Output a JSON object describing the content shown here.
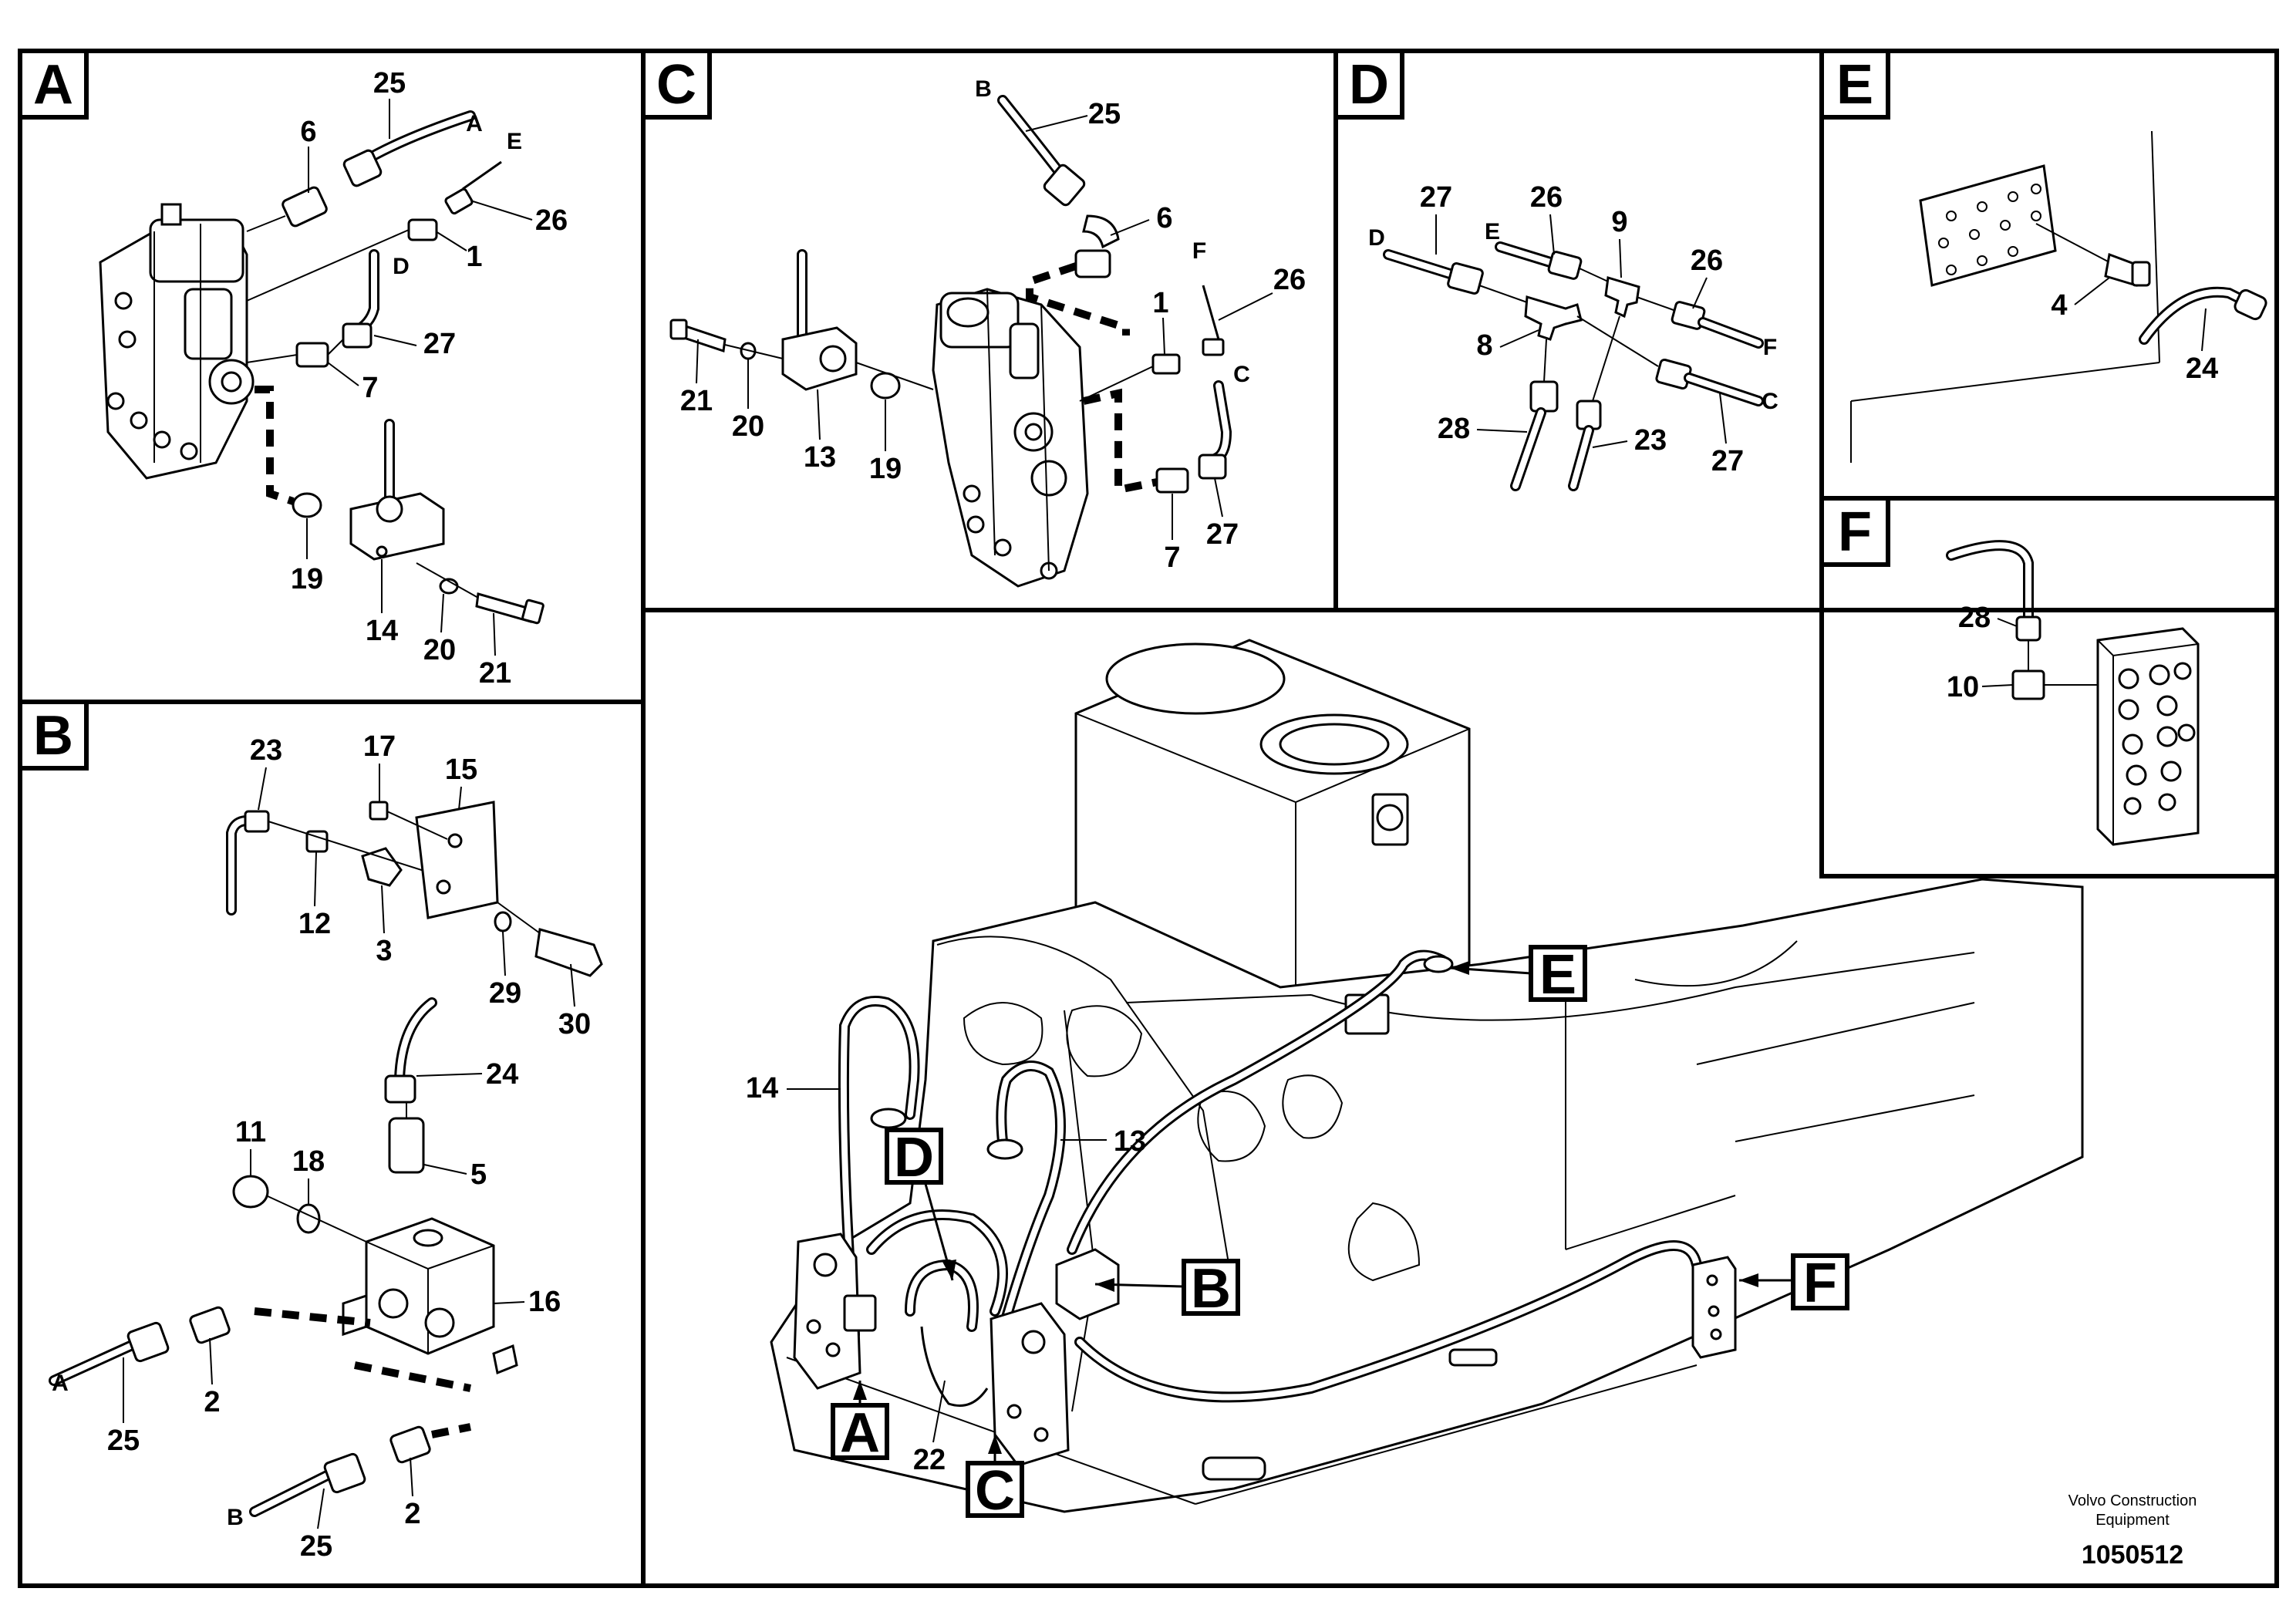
{
  "panels": [
    {
      "letter": "A",
      "callouts": [
        "25",
        "6",
        "A",
        "E",
        "26",
        "1",
        "D",
        "27",
        "7",
        "19",
        "14",
        "20",
        "21"
      ]
    },
    {
      "letter": "B",
      "callouts": [
        "23",
        "17",
        "15",
        "12",
        "3",
        "29",
        "30",
        "24",
        "11",
        "18",
        "5",
        "16",
        "A",
        "25",
        "2",
        "B",
        "25",
        "2"
      ]
    },
    {
      "letter": "C",
      "callouts": [
        "B",
        "25",
        "6",
        "F",
        "26",
        "1",
        "C",
        "21",
        "20",
        "13",
        "19",
        "7",
        "27"
      ]
    },
    {
      "letter": "D",
      "callouts": [
        "27",
        "26",
        "9",
        "D",
        "E",
        "26",
        "8",
        "F",
        "C",
        "28",
        "23",
        "27"
      ]
    },
    {
      "letter": "E",
      "callouts": [
        "4",
        "24"
      ]
    },
    {
      "letter": "F",
      "callouts": [
        "28",
        "10"
      ]
    }
  ],
  "main_view": {
    "callouts": [
      "14",
      "13",
      "22"
    ],
    "section_tags": [
      "E",
      "D",
      "B",
      "F",
      "A",
      "C"
    ]
  },
  "footer": {
    "company_line1": "Volvo Construction",
    "company_line2": "Equipment",
    "document_number": "1050512"
  }
}
